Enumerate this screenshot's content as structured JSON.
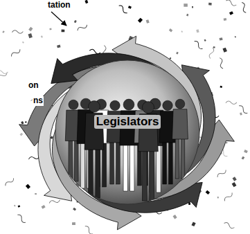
{
  "diagram": {
    "nodes": [
      {
        "text": [
          "Legislators"
        ]
      }
    ],
    "labels": [
      "tation",
      "on",
      "ns"
    ]
  }
}
